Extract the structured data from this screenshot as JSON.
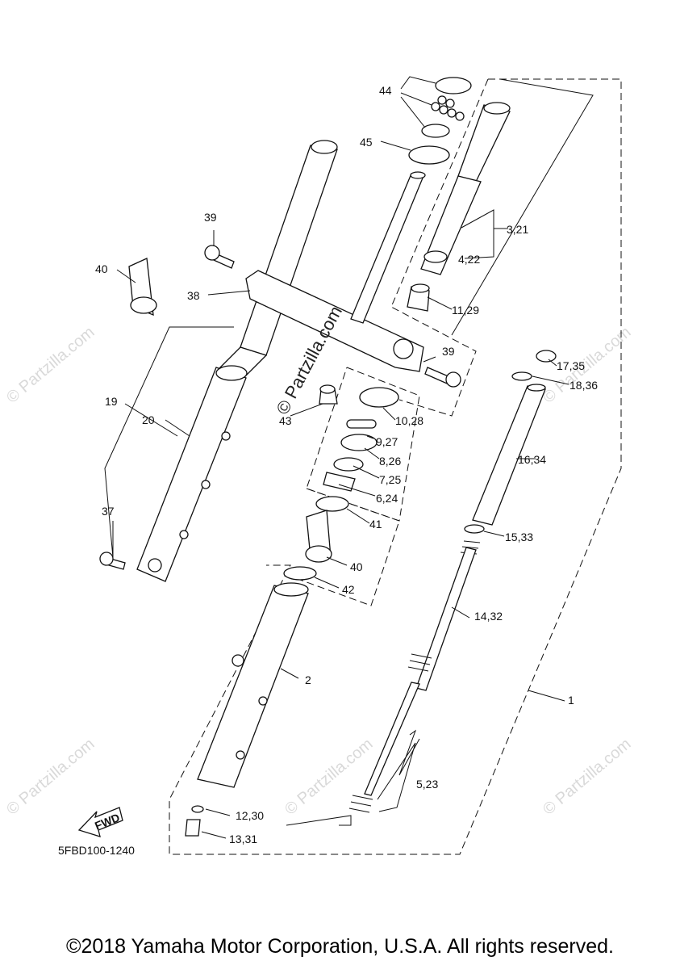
{
  "diagram": {
    "code": "5FBD100-1240",
    "fwd_label": "FWD",
    "center_watermark": "© Partzilla.com",
    "corner_watermark": "© Partzilla.com",
    "callouts": {
      "c1": "1",
      "c2": "2",
      "c3_21": "3,21",
      "c4_22": "4,22",
      "c5_23": "5,23",
      "c6_24": "6,24",
      "c7_25": "7,25",
      "c8_26": "8,26",
      "c9_27": "9,27",
      "c10_28": "10,28",
      "c11_29": "11,29",
      "c12_30": "12,30",
      "c13_31": "13,31",
      "c14_32": "14,32",
      "c15_33": "15,33",
      "c16_34": "16,34",
      "c17_35": "17,35",
      "c18_36": "18,36",
      "c19": "19",
      "c20": "20",
      "c37": "37",
      "c38": "38",
      "c39a": "39",
      "c39b": "39",
      "c40a": "40",
      "c40b": "40",
      "c41": "41",
      "c42": "42",
      "c43": "43",
      "c44": "44",
      "c45": "45"
    }
  },
  "footer": {
    "copyright": "©2018 Yamaha Motor Corporation, U.S.A. All rights reserved."
  }
}
